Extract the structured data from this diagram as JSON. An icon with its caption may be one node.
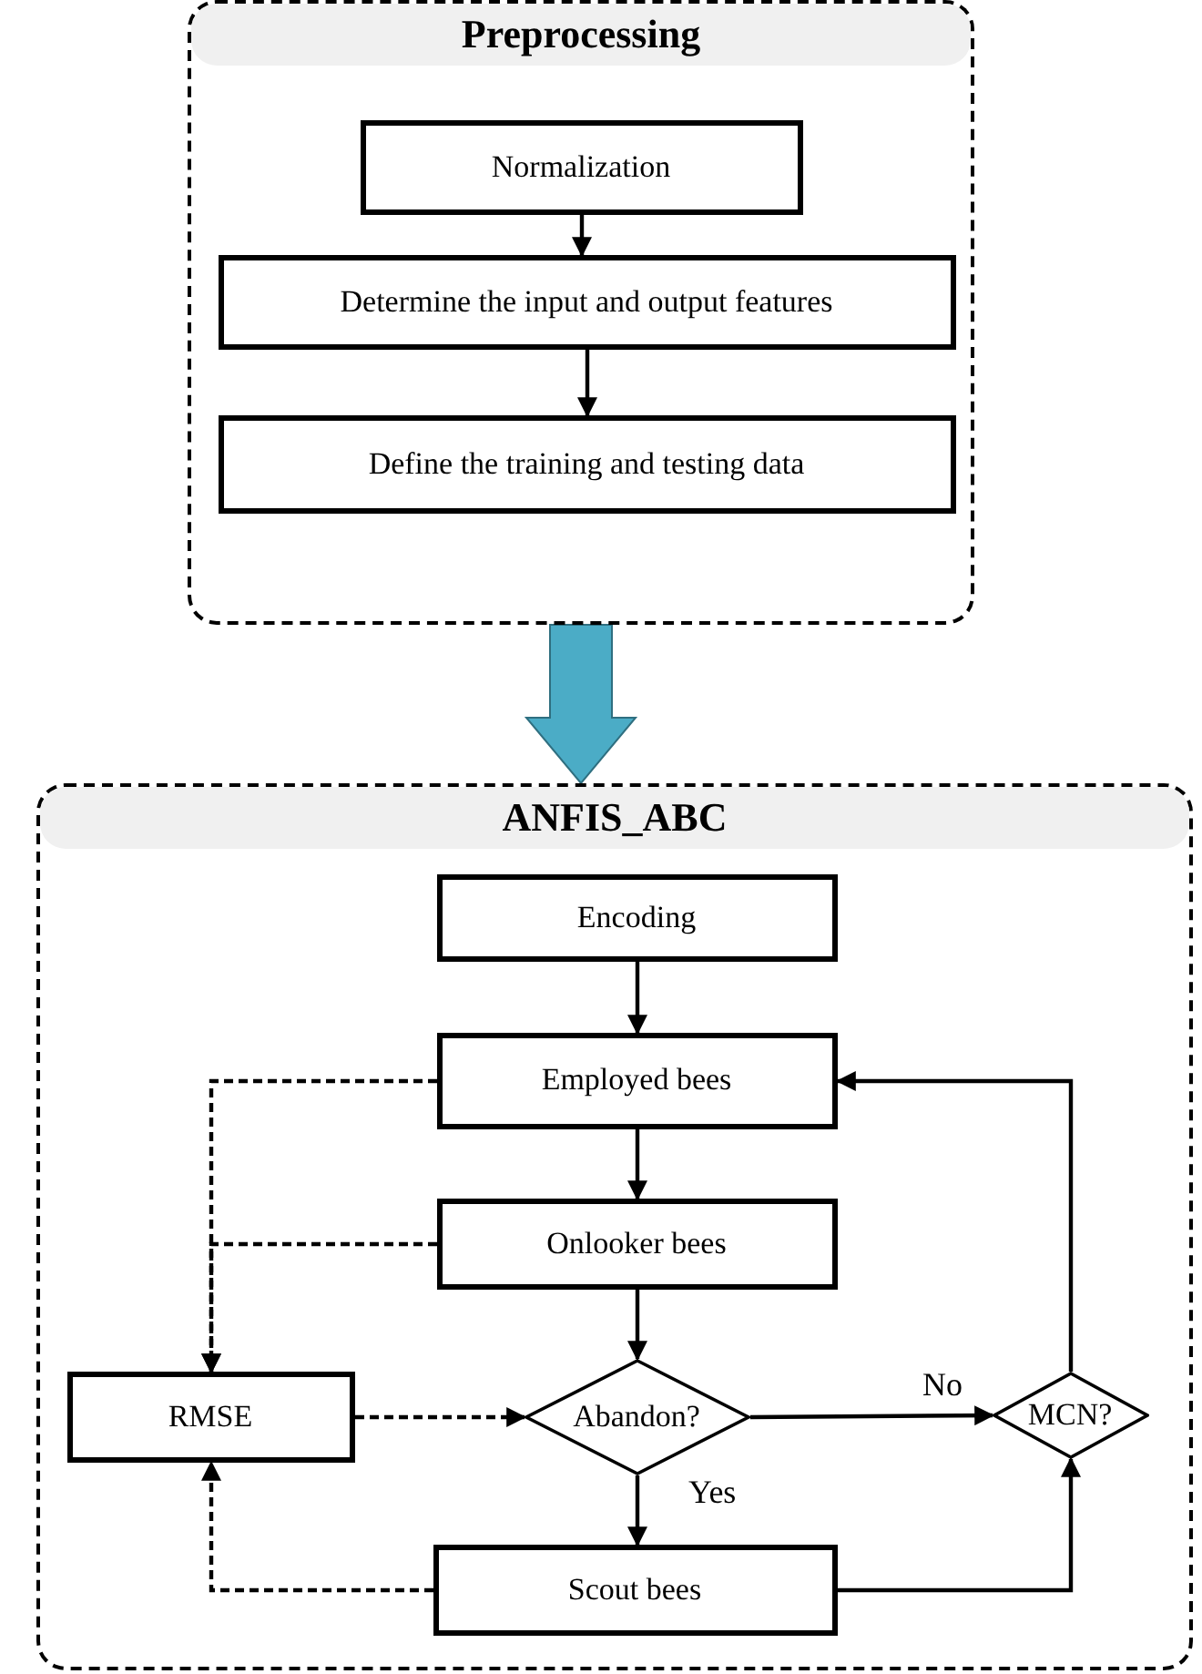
{
  "diagram": {
    "nodes": [
      {
        "text": [
          "Preprocessing"
        ]
      },
      {
        "text": [
          "Normalization"
        ],
        "in": 0
      },
      {
        "text": [
          "Determine the input and output features"
        ],
        "in": 0
      },
      {
        "text": [
          "Define the training and testing data"
        ],
        "in": 0
      },
      {
        "text": [
          "ANFIS_ABC"
        ]
      },
      {
        "text": [
          "Encoding"
        ],
        "in": 4
      },
      {
        "text": [
          "Employed bees"
        ],
        "in": 4
      },
      {
        "text": [
          "Onlooker bees"
        ],
        "in": 4
      },
      {
        "text": [
          "RMSE"
        ],
        "in": 4
      },
      {
        "text": [
          "Abandon?"
        ],
        "in": 4
      },
      {
        "text": [
          "MCN?"
        ],
        "in": 4
      },
      {
        "text": [
          "Scout bees"
        ],
        "in": 4
      }
    ],
    "edges": [
      {
        "from": 1,
        "to": 2,
        "arrow": "to"
      },
      {
        "from": 2,
        "to": 3,
        "arrow": "to"
      },
      {
        "from": 0,
        "to": 4,
        "arrow": "to",
        "style": "thick",
        "color": "#4bacc6"
      },
      {
        "from": 5,
        "to": 6,
        "arrow": "to"
      },
      {
        "from": 6,
        "to": 7,
        "arrow": "to"
      },
      {
        "from": 7,
        "to": 9,
        "arrow": "to"
      },
      {
        "from": 9,
        "to": 10,
        "arrow": "to",
        "label": "No"
      },
      {
        "from": 9,
        "to": 11,
        "arrow": "to",
        "label": "Yes"
      },
      {
        "from": 11,
        "to": 10,
        "arrow": "to"
      },
      {
        "from": 10,
        "to": 6,
        "arrow": "to"
      },
      {
        "from": 6,
        "to": 8,
        "arrow": "to",
        "style": "dashed"
      },
      {
        "from": 7,
        "to": 8,
        "arrow": "to",
        "style": "dashed"
      },
      {
        "from": 8,
        "to": 9,
        "arrow": "to",
        "style": "dashed"
      },
      {
        "from": 11,
        "to": 8,
        "arrow": "to",
        "style": "dashed"
      }
    ]
  }
}
